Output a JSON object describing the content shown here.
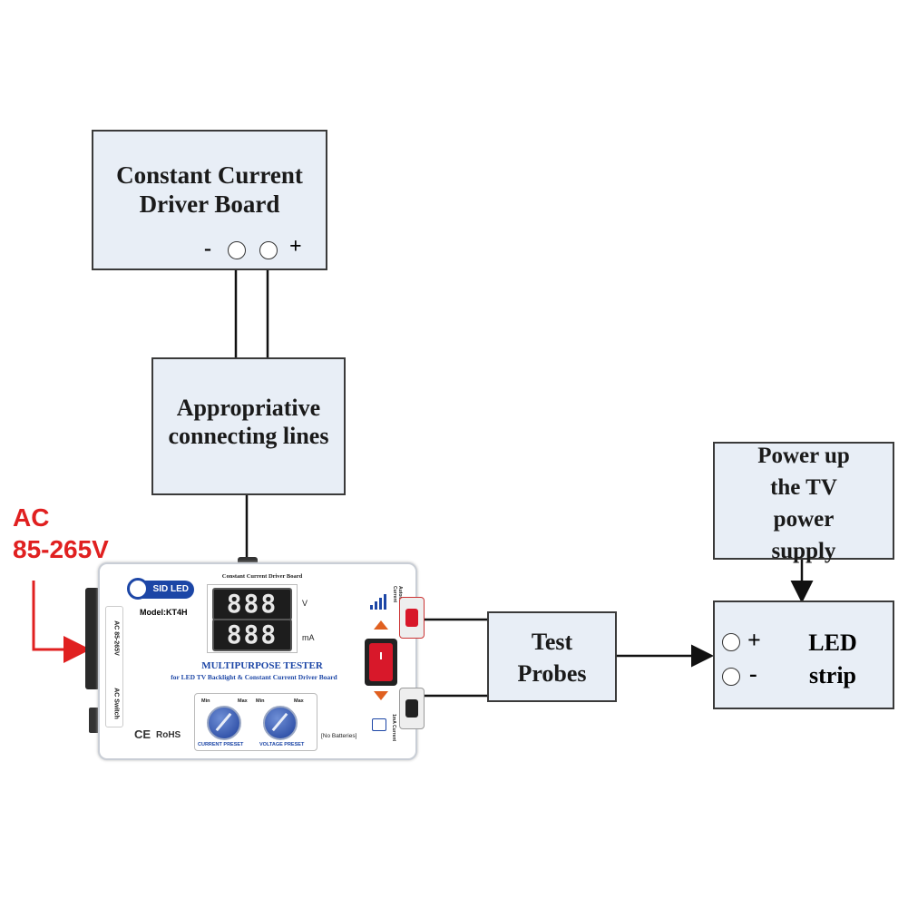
{
  "ac_label": {
    "line1": "AC",
    "line2": "85-265V",
    "color": "#e02020"
  },
  "driver_board": {
    "line1": "Constant Current",
    "line2": "Driver Board",
    "minus": "-",
    "plus": "+"
  },
  "connecting_lines": {
    "line1": "Appropriative",
    "line2": "connecting lines"
  },
  "power_supply": {
    "line1": "Power up",
    "line2": "the TV",
    "line3": "power",
    "line4": "supply"
  },
  "test_probes": {
    "line1": "Test",
    "line2": "Probes"
  },
  "led_strip": {
    "line1": "LED",
    "line2": "strip",
    "plus": "+",
    "minus": "-"
  },
  "device": {
    "brand": "SID LED",
    "model": "Model:KT4H",
    "display_title": "Constant Current Driver Board",
    "voltage_digits": "888",
    "current_digits": "888",
    "unit_v": "V",
    "unit_ma": "mA",
    "title": "MULTIPURPOSE TESTER",
    "subtitle": "for LED TV Backlight & Constant Current Driver Board",
    "ac_side_1": "AC 85-265V",
    "ac_side_2": "AC Switch",
    "auto_current": "Automatic Current",
    "ma_current": "1mA Current",
    "min1": "Min",
    "max1": "Max",
    "min2": "Min",
    "max2": "Max",
    "current_preset": "CURRENT PRESET",
    "voltage_preset": "VOLTAGE PRESET",
    "no_batteries": "[No Batteries]",
    "ce": "CE",
    "rohs": "RoHS",
    "accent": "#1c46a6",
    "switch_color": "#d8182a"
  }
}
